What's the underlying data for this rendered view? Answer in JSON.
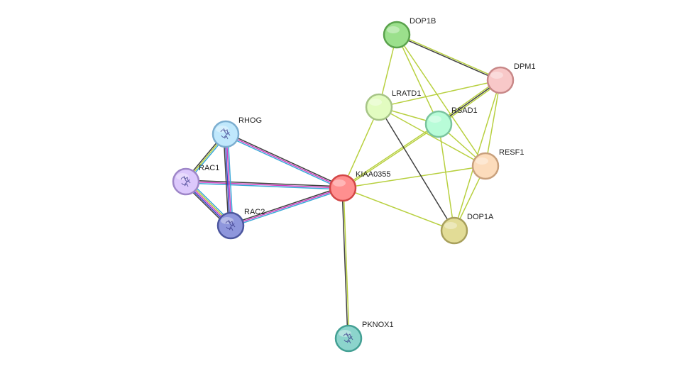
{
  "nodes": [
    {
      "id": "KIAA0355",
      "label": "KIAA0355",
      "color": "#ff8f8f",
      "stroke": "#d24646",
      "structure": false
    },
    {
      "id": "DOP1B",
      "label": "DOP1B",
      "color": "#9be08c",
      "stroke": "#5aa24c",
      "structure": false
    },
    {
      "id": "DPM1",
      "label": "DPM1",
      "color": "#f8c8c8",
      "stroke": "#c88888",
      "structure": false
    },
    {
      "id": "LRATD1",
      "label": "LRATD1",
      "color": "#e2fcc0",
      "stroke": "#a6c486",
      "structure": false
    },
    {
      "id": "RSAD1",
      "label": "RSAD1",
      "color": "#b8fcd8",
      "stroke": "#7ac49e",
      "structure": false
    },
    {
      "id": "RESF1",
      "label": "RESF1",
      "color": "#fcdcbc",
      "stroke": "#c8a07c",
      "structure": false
    },
    {
      "id": "DOP1A",
      "label": "DOP1A",
      "color": "#e2dc96",
      "stroke": "#a8a05c",
      "structure": false
    },
    {
      "id": "RHOG",
      "label": "RHOG",
      "color": "#c0e8fc",
      "stroke": "#7caed0",
      "structure": true
    },
    {
      "id": "RAC1",
      "label": "RAC1",
      "color": "#dcc8fc",
      "stroke": "#9e86c8",
      "structure": true
    },
    {
      "id": "RAC2",
      "label": "RAC2",
      "color": "#8e96dc",
      "stroke": "#4c569e",
      "structure": true
    },
    {
      "id": "PKNOX1",
      "label": "PKNOX1",
      "color": "#8cd4cc",
      "stroke": "#44a094",
      "structure": true
    }
  ],
  "edges": [
    {
      "from": "KIAA0355",
      "to": "RHOG",
      "colors": [
        "#3aa8d8",
        "#d040c0",
        "#404040"
      ]
    },
    {
      "from": "KIAA0355",
      "to": "RAC1",
      "colors": [
        "#3aa8d8",
        "#d040c0",
        "#404040"
      ]
    },
    {
      "from": "KIAA0355",
      "to": "RAC2",
      "colors": [
        "#3aa8d8",
        "#d040c0",
        "#404040"
      ]
    },
    {
      "from": "KIAA0355",
      "to": "PKNOX1",
      "colors": [
        "#b8d040",
        "#404040"
      ]
    },
    {
      "from": "KIAA0355",
      "to": "LRATD1",
      "colors": [
        "#b8d040"
      ]
    },
    {
      "from": "KIAA0355",
      "to": "RSAD1",
      "colors": [
        "#b8d040",
        "#b8d040"
      ]
    },
    {
      "from": "KIAA0355",
      "to": "RESF1",
      "colors": [
        "#b8d040"
      ]
    },
    {
      "from": "KIAA0355",
      "to": "DOP1A",
      "colors": [
        "#b8d040"
      ]
    },
    {
      "from": "RHOG",
      "to": "RAC1",
      "colors": [
        "#3aa8d8",
        "#b8d040",
        "#404040"
      ]
    },
    {
      "from": "RHOG",
      "to": "RAC2",
      "colors": [
        "#3aa8d8",
        "#d040c0",
        "#3444c8",
        "#404040"
      ]
    },
    {
      "from": "RAC1",
      "to": "RAC2",
      "colors": [
        "#3aa8d8",
        "#b8d040",
        "#d040c0",
        "#3444c8",
        "#404040"
      ]
    },
    {
      "from": "DOP1B",
      "to": "DPM1",
      "colors": [
        "#b8d040",
        "#404040"
      ]
    },
    {
      "from": "DOP1B",
      "to": "LRATD1",
      "colors": [
        "#b8d040"
      ]
    },
    {
      "from": "DOP1B",
      "to": "RSAD1",
      "colors": [
        "#b8d040"
      ]
    },
    {
      "from": "DOP1B",
      "to": "RESF1",
      "colors": [
        "#b8d040"
      ]
    },
    {
      "from": "DPM1",
      "to": "LRATD1",
      "colors": [
        "#b8d040"
      ]
    },
    {
      "from": "DPM1",
      "to": "RSAD1",
      "colors": [
        "#b8d040",
        "#404040",
        "#b8d040"
      ]
    },
    {
      "from": "DPM1",
      "to": "RESF1",
      "colors": [
        "#b8d040"
      ]
    },
    {
      "from": "DPM1",
      "to": "DOP1A",
      "colors": [
        "#b8d040"
      ]
    },
    {
      "from": "LRATD1",
      "to": "RSAD1",
      "colors": [
        "#b8d040"
      ]
    },
    {
      "from": "LRATD1",
      "to": "RESF1",
      "colors": [
        "#b8d040"
      ]
    },
    {
      "from": "LRATD1",
      "to": "DOP1A",
      "colors": [
        "#404040"
      ]
    },
    {
      "from": "RSAD1",
      "to": "RESF1",
      "colors": [
        "#b8d040"
      ]
    },
    {
      "from": "RSAD1",
      "to": "DOP1A",
      "colors": [
        "#b8d040"
      ]
    },
    {
      "from": "RESF1",
      "to": "DOP1A",
      "colors": [
        "#b8d040"
      ]
    }
  ]
}
